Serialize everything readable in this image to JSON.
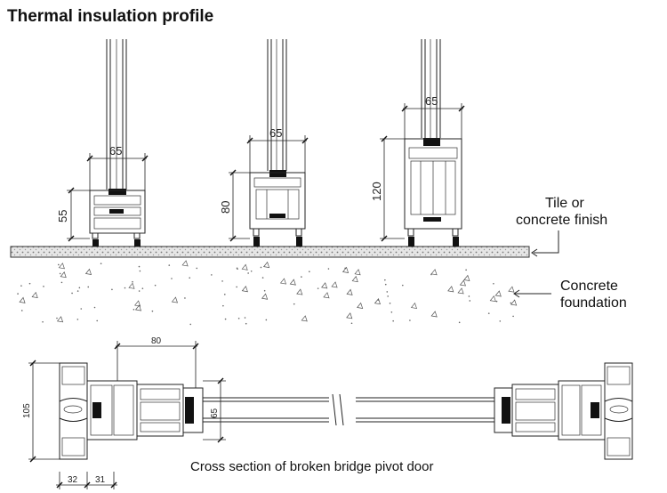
{
  "title": "Thermal insulation profile",
  "labels": {
    "finish_line1": "Tile or",
    "finish_line2": "concrete finish",
    "foundation_line1": "Concrete",
    "foundation_line2": "foundation"
  },
  "caption": "Cross section of broken bridge pivot door",
  "profiles": [
    {
      "width_dim": "65",
      "height_dim": "55"
    },
    {
      "width_dim": "65",
      "height_dim": "80"
    },
    {
      "width_dim": "65",
      "height_dim": "120"
    }
  ],
  "section_dims": {
    "frame_width": "80",
    "total_height": "105",
    "glass_height": "65",
    "part_a": "32",
    "part_b": "31"
  }
}
